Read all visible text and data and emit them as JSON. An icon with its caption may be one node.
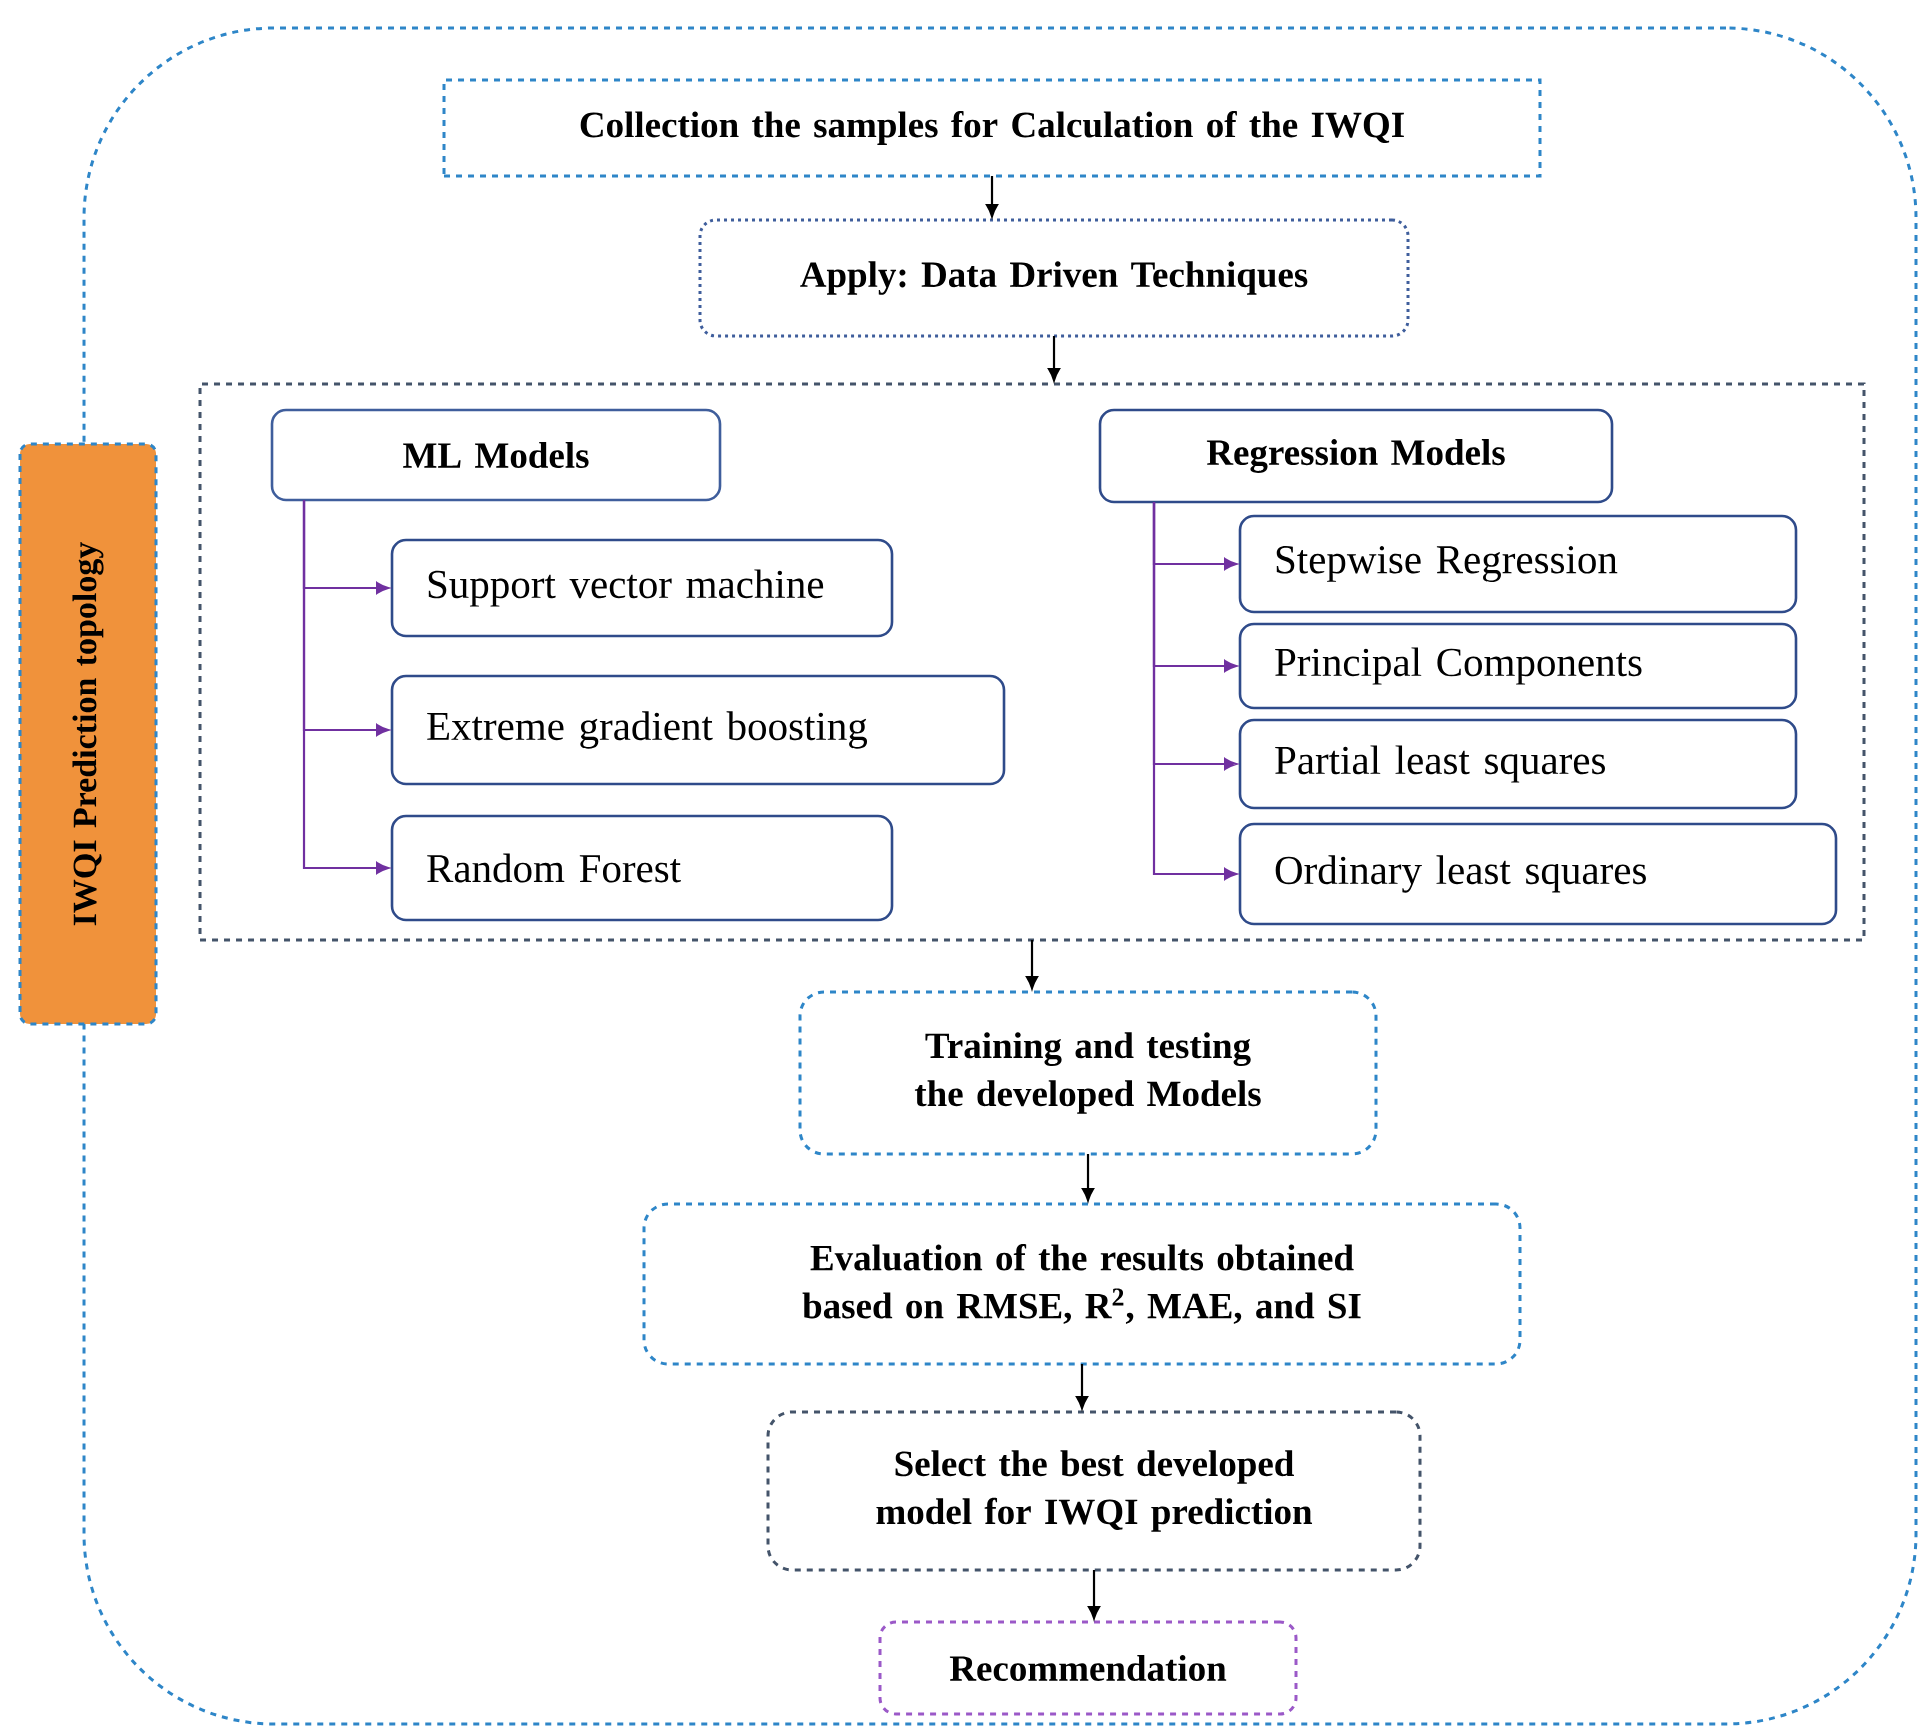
{
  "diagram": {
    "nodes": [
      {
        "text": [],
        "shape": "box"
      },
      {
        "text": [
          "IWQI Prediction topology"
        ]
      },
      {
        "text": [
          "Collection the samples for Calculation of the IWQI"
        ],
        "in": 0
      },
      {
        "text": [
          "Apply: Data Driven Techniques"
        ],
        "in": 0
      },
      {
        "text": [],
        "shape": "box",
        "in": 0
      },
      {
        "text": [
          "ML Models"
        ],
        "in": 4
      },
      {
        "text": [
          "Support vector machine"
        ],
        "in": 4
      },
      {
        "text": [
          "Extreme gradient boosting"
        ],
        "in": 4
      },
      {
        "text": [
          "Random Forest"
        ],
        "in": 4
      },
      {
        "text": [
          "Regression Models"
        ],
        "in": 4
      },
      {
        "text": [
          "Stepwise Regression"
        ],
        "in": 4
      },
      {
        "text": [
          "Principal Components"
        ],
        "in": 4
      },
      {
        "text": [
          "Partial least squares"
        ],
        "in": 4
      },
      {
        "text": [
          "Ordinary least squares"
        ],
        "in": 4
      },
      {
        "text": [
          "Training and testing the developed Models"
        ],
        "in": 0
      },
      {
        "text": [
          "Evaluation of the results obtained based on RMSE, R$^{2}$, MAE, and SI"
        ],
        "in": 0
      },
      {
        "text": [
          "Select the best developed model for IWQI prediction"
        ],
        "in": 0
      },
      {
        "text": [
          "Recommendation"
        ],
        "in": 0
      }
    ],
    "edges": [
      {
        "from": 2,
        "to": 3,
        "arrow": "to",
        "color": "#000000"
      },
      {
        "from": 3,
        "to": 4,
        "arrow": "to",
        "color": "#000000"
      },
      {
        "from": 5,
        "to": 6,
        "arrow": "to",
        "color": "#7030a0"
      },
      {
        "from": 5,
        "to": 7,
        "arrow": "to",
        "color": "#7030a0"
      },
      {
        "from": 5,
        "to": 8,
        "arrow": "to",
        "color": "#7030a0"
      },
      {
        "from": 9,
        "to": 10,
        "arrow": "to",
        "color": "#7030a0"
      },
      {
        "from": 9,
        "to": 11,
        "arrow": "to",
        "color": "#7030a0"
      },
      {
        "from": 9,
        "to": 12,
        "arrow": "to",
        "color": "#7030a0"
      },
      {
        "from": 9,
        "to": 13,
        "arrow": "to",
        "color": "#7030a0"
      },
      {
        "from": 4,
        "to": 14,
        "arrow": "to",
        "color": "#000000"
      },
      {
        "from": 14,
        "to": 15,
        "arrow": "to",
        "color": "#000000"
      },
      {
        "from": 15,
        "to": 16,
        "arrow": "to",
        "color": "#000000"
      },
      {
        "from": 16,
        "to": 17,
        "arrow": "to",
        "color": "#000000"
      }
    ]
  }
}
